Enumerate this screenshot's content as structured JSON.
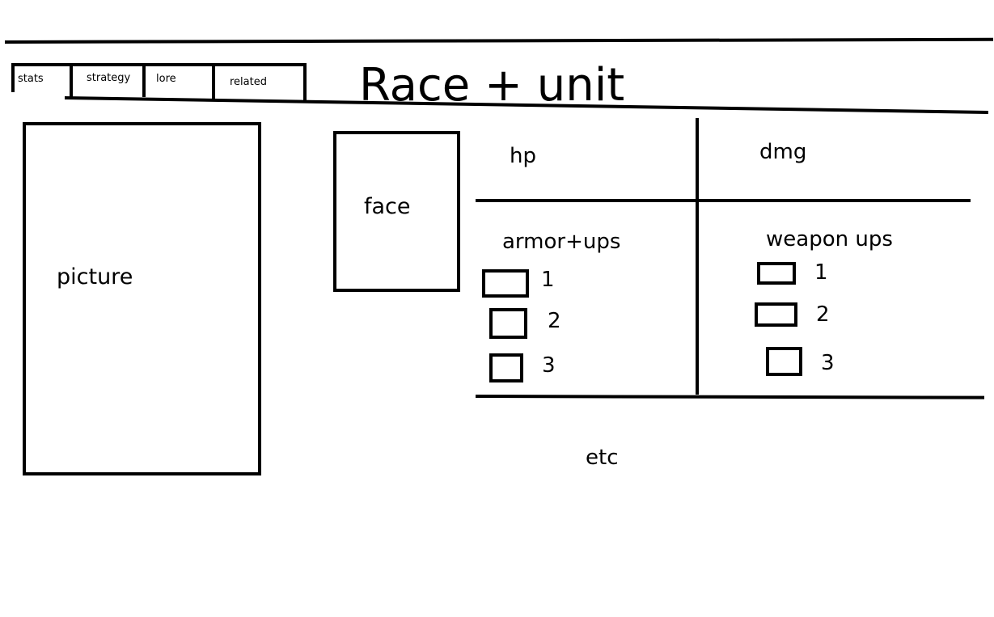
{
  "tabs": [
    {
      "label": "stats"
    },
    {
      "label": "strategy"
    },
    {
      "label": "lore"
    },
    {
      "label": "related"
    }
  ],
  "title": "Race + unit",
  "picture_label": "picture",
  "face_label": "face",
  "stats": {
    "hp_label": "hp",
    "dmg_label": "dmg",
    "armor": {
      "label": "armor+ups",
      "items": [
        "1",
        "2",
        "3"
      ]
    },
    "weapon": {
      "label": "weapon ups",
      "items": [
        "1",
        "2",
        "3"
      ]
    }
  },
  "footer_text": "etc"
}
